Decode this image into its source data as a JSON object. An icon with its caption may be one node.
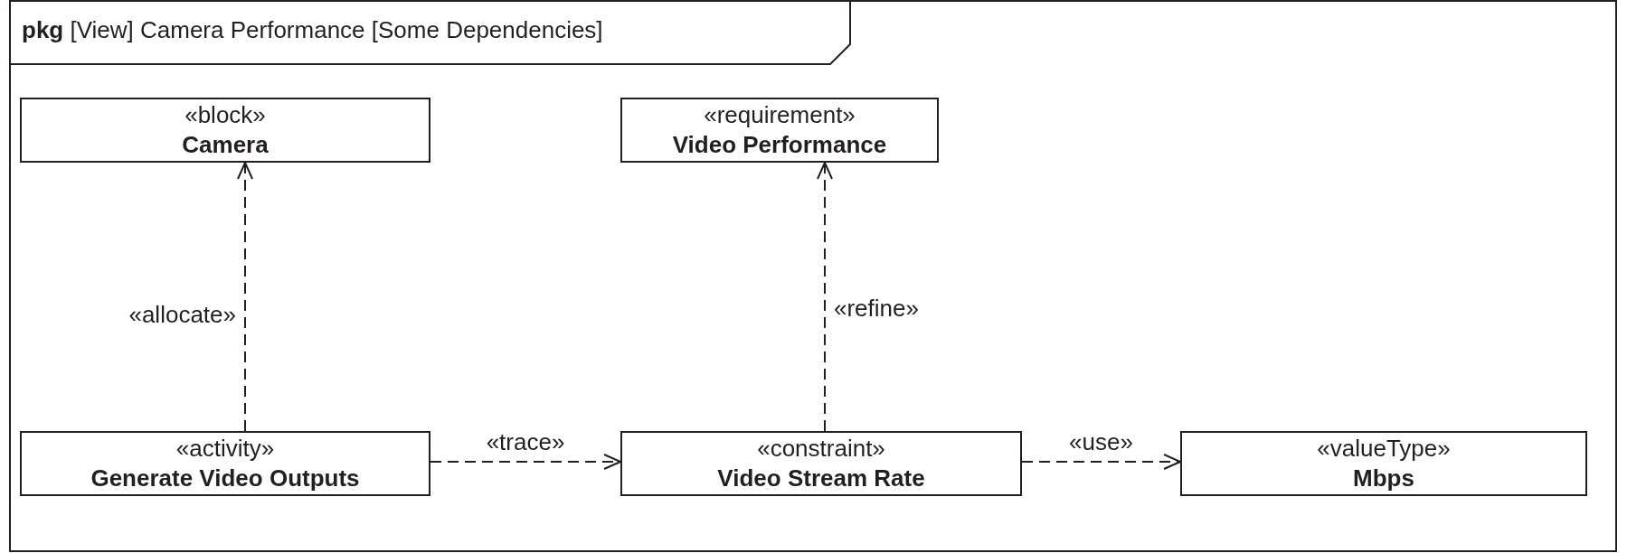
{
  "diagram": {
    "title": "**pkg** [View] Camera Performance [Some Dependencies]",
    "nodes": [
      {
        "text": [
          "«block»",
          "Camera"
        ]
      },
      {
        "text": [
          "«requirement»",
          "Video Performance"
        ]
      },
      {
        "text": [
          "«activity»",
          "Generate Video Outputs"
        ]
      },
      {
        "text": [
          "«constraint»",
          "Video Stream Rate"
        ]
      },
      {
        "text": [
          "«valueType»",
          "Mbps"
        ]
      }
    ],
    "edges": [
      {
        "from": 2,
        "to": 0,
        "arrow": "to",
        "style": "dashed",
        "label": "«allocate»"
      },
      {
        "from": 3,
        "to": 1,
        "arrow": "to",
        "style": "dashed",
        "label": "«refine»"
      },
      {
        "from": 2,
        "to": 3,
        "arrow": "to",
        "style": "dashed",
        "label": "«trace»"
      },
      {
        "from": 3,
        "to": 4,
        "arrow": "to",
        "style": "dashed",
        "label": "«use»"
      }
    ]
  }
}
